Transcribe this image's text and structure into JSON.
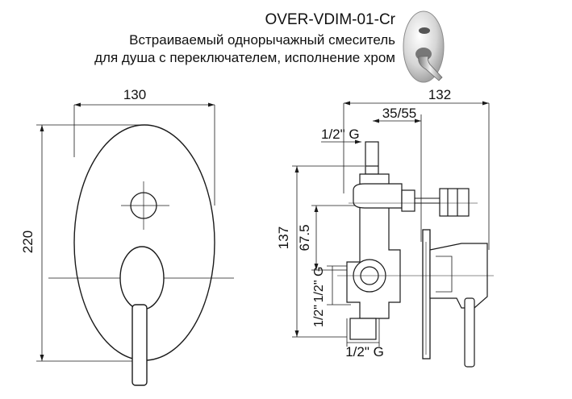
{
  "header": {
    "model": "OVER-VDIM-01-Cr",
    "description_line1": "Встраиваемый однорычажный смеситель",
    "description_line2": "для душа с переключателем, исполнение хром"
  },
  "front_view": {
    "width_label": "130",
    "height_label": "220"
  },
  "side_view": {
    "width_label": "132",
    "depth_label": "35/55",
    "height_label": "137",
    "mid_height_label": "67.5",
    "thread_top": "1/2\" G",
    "thread_left_upper": "1/2\" G",
    "thread_left_lower": "1/2\"",
    "thread_bottom": "1/2\" G"
  },
  "colors": {
    "line": "#1a1a1a",
    "chrome_light": "#e8e8e8",
    "chrome_dark": "#6f6f6f"
  }
}
